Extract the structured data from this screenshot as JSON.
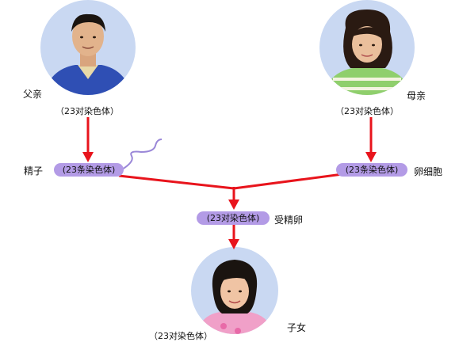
{
  "father": {
    "label": "父亲",
    "chromosomes": "（23对染色体）"
  },
  "mother": {
    "label": "母亲",
    "chromosomes": "（23对染色体）"
  },
  "sperm": {
    "label": "精子",
    "chromosomes": "(23条染色体)"
  },
  "egg": {
    "label": "卵细胞",
    "chromosomes": "(23条染色体)"
  },
  "zygote": {
    "label": "受精卵",
    "chromosomes": "(23对染色体)"
  },
  "child": {
    "label": "子女",
    "chromosomes": "（23对染色体）"
  },
  "colors": {
    "arrow": "#e8141c",
    "pill": "#b39be6",
    "portrait_bg": "#c9d8f2"
  }
}
